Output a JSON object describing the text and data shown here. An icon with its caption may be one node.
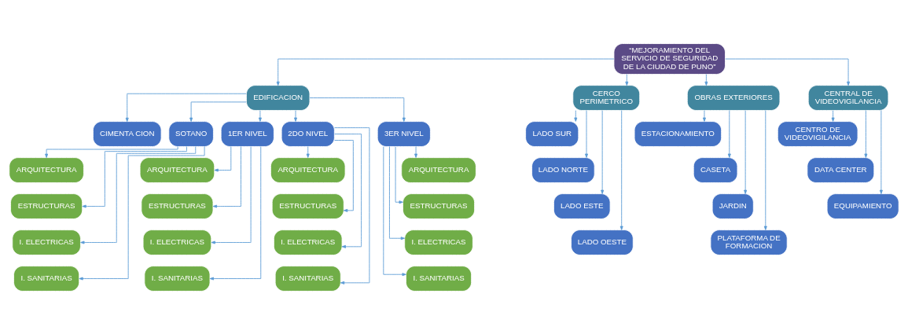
{
  "diagram": {
    "nodes": [
      {
        "text": [
          "“MEJORAMIENTO DEL SERVICIO DE SEGURIDAD DE LA CIUDAD DE PUNO”"
        ]
      },
      {
        "text": [
          "EDIFICACION"
        ]
      },
      {
        "text": [
          "CERCO PERIMETRICO"
        ]
      },
      {
        "text": [
          "OBRAS EXTERIORES"
        ]
      },
      {
        "text": [
          "CENTRAL DE VIDEOVIGILANCIA"
        ]
      },
      {
        "text": [
          "CIMENTA CION"
        ]
      },
      {
        "text": [
          "SOTANO"
        ]
      },
      {
        "text": [
          "1ER NIVEL"
        ]
      },
      {
        "text": [
          "2DO NIVEL"
        ]
      },
      {
        "text": [
          "3ER NIVEL"
        ]
      },
      {
        "text": [
          "ARQUITECTURA"
        ]
      },
      {
        "text": [
          "ESTRUCTURAS"
        ]
      },
      {
        "text": [
          "I. ELECTRICAS"
        ]
      },
      {
        "text": [
          "I. SANITARIAS"
        ]
      },
      {
        "text": [
          "ARQUITECTURA"
        ]
      },
      {
        "text": [
          "ESTRUCTURAS"
        ]
      },
      {
        "text": [
          "I. ELECTRICAS"
        ]
      },
      {
        "text": [
          "I. SANITARIAS"
        ]
      },
      {
        "text": [
          "ARQUITECTURA"
        ]
      },
      {
        "text": [
          "ESTRUCTURAS"
        ]
      },
      {
        "text": [
          "I. ELECTRICAS"
        ]
      },
      {
        "text": [
          "I. SANITARIAS"
        ]
      },
      {
        "text": [
          "ARQUITECTURA"
        ]
      },
      {
        "text": [
          "ESTRUCTURAS"
        ]
      },
      {
        "text": [
          "I. ELECTRICAS"
        ]
      },
      {
        "text": [
          "I. SANITARIAS"
        ]
      },
      {
        "text": [
          "LADO SUR"
        ]
      },
      {
        "text": [
          "LADO NORTE"
        ]
      },
      {
        "text": [
          "LADO ESTE"
        ]
      },
      {
        "text": [
          "LADO OESTE"
        ]
      },
      {
        "text": [
          "ESTACIONAMIENTO"
        ]
      },
      {
        "text": [
          "CASETA"
        ]
      },
      {
        "text": [
          "JARDIN"
        ]
      },
      {
        "text": [
          "PLATAFORMA DE FORMACION"
        ]
      },
      {
        "text": [
          "CENTRO DE VIDEOVIGILANCIA"
        ]
      },
      {
        "text": [
          "DATA CENTER"
        ]
      },
      {
        "text": [
          "EQUIPAMIENTO"
        ]
      }
    ],
    "edges": [
      {
        "from": 0,
        "to": 1,
        "arrow": "to"
      },
      {
        "from": 0,
        "to": 2,
        "arrow": "to"
      },
      {
        "from": 0,
        "to": 3,
        "arrow": "to"
      },
      {
        "from": 0,
        "to": 4,
        "arrow": "to"
      },
      {
        "from": 1,
        "to": 5,
        "arrow": "to"
      },
      {
        "from": 1,
        "to": 6,
        "arrow": "to"
      },
      {
        "from": 1,
        "to": 7,
        "arrow": "to"
      },
      {
        "from": 1,
        "to": 8,
        "arrow": "to"
      },
      {
        "from": 1,
        "to": 9,
        "arrow": "to"
      },
      {
        "from": 6,
        "to": 10,
        "arrow": "to"
      },
      {
        "from": 6,
        "to": 11,
        "arrow": "to"
      },
      {
        "from": 6,
        "to": 12,
        "arrow": "to"
      },
      {
        "from": 6,
        "to": 13,
        "arrow": "to"
      },
      {
        "from": 7,
        "to": 14,
        "arrow": "to"
      },
      {
        "from": 7,
        "to": 15,
        "arrow": "to"
      },
      {
        "from": 7,
        "to": 16,
        "arrow": "to"
      },
      {
        "from": 7,
        "to": 17,
        "arrow": "to"
      },
      {
        "from": 8,
        "to": 18,
        "arrow": "to"
      },
      {
        "from": 8,
        "to": 19,
        "arrow": "to"
      },
      {
        "from": 8,
        "to": 20,
        "arrow": "to"
      },
      {
        "from": 8,
        "to": 21,
        "arrow": "to"
      },
      {
        "from": 9,
        "to": 22,
        "arrow": "to"
      },
      {
        "from": 9,
        "to": 23,
        "arrow": "to"
      },
      {
        "from": 9,
        "to": 24,
        "arrow": "to"
      },
      {
        "from": 9,
        "to": 25,
        "arrow": "to"
      },
      {
        "from": 2,
        "to": 26,
        "arrow": "to"
      },
      {
        "from": 2,
        "to": 27,
        "arrow": "to"
      },
      {
        "from": 2,
        "to": 28,
        "arrow": "to"
      },
      {
        "from": 2,
        "to": 29,
        "arrow": "to"
      },
      {
        "from": 3,
        "to": 30,
        "arrow": "to"
      },
      {
        "from": 3,
        "to": 31,
        "arrow": "to"
      },
      {
        "from": 3,
        "to": 32,
        "arrow": "to"
      },
      {
        "from": 3,
        "to": 33,
        "arrow": "to"
      },
      {
        "from": 4,
        "to": 34,
        "arrow": "to"
      },
      {
        "from": 4,
        "to": 35,
        "arrow": "to"
      },
      {
        "from": 4,
        "to": 36,
        "arrow": "to"
      }
    ]
  }
}
